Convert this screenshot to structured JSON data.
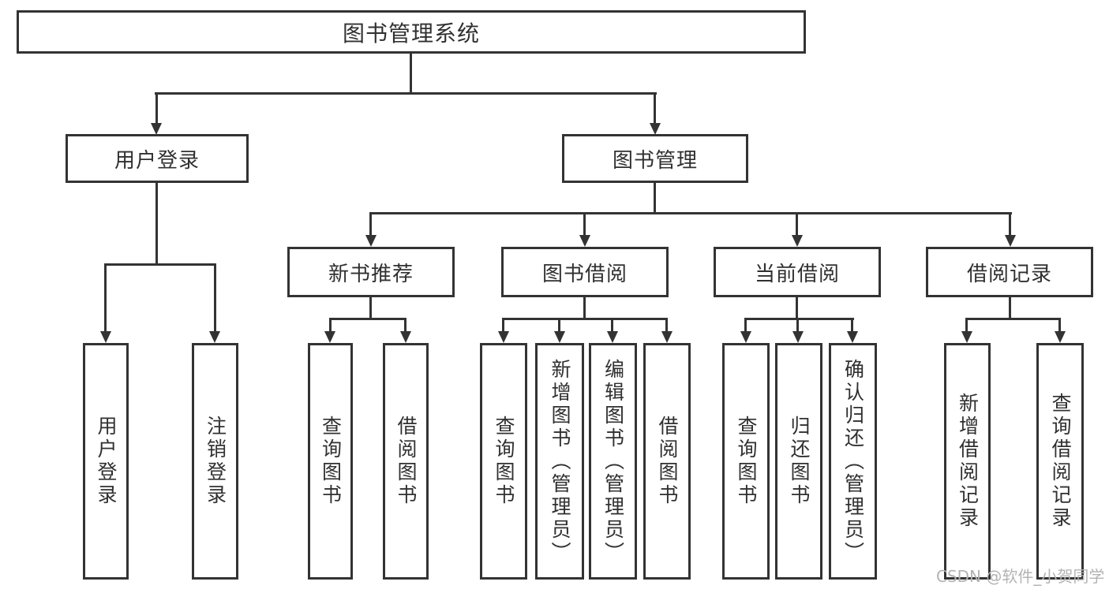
{
  "diagram_title": "图书管理系统",
  "colors": {
    "line": "#333333",
    "text": "#303030",
    "background": "#ffffff",
    "watermark": "#b3b3b3"
  },
  "watermark": {
    "text": "CSDN @软件_小贺同学"
  },
  "tree": {
    "label": "图书管理系统",
    "children": [
      {
        "label": "用户登录",
        "children": [
          {
            "label": "用户登录"
          },
          {
            "label": "注销登录"
          }
        ]
      },
      {
        "label": "图书管理",
        "children": [
          {
            "label": "新书推荐",
            "children": [
              {
                "label": "查询图书"
              },
              {
                "label": "借阅图书"
              }
            ]
          },
          {
            "label": "图书借阅",
            "children": [
              {
                "label": "查询图书"
              },
              {
                "label": "新增图书（管理员）"
              },
              {
                "label": "编辑图书（管理员）"
              },
              {
                "label": "借阅图书"
              }
            ]
          },
          {
            "label": "当前借阅",
            "children": [
              {
                "label": "查询图书"
              },
              {
                "label": "归还图书"
              },
              {
                "label": "确认归还（管理员）"
              }
            ]
          },
          {
            "label": "借阅记录",
            "children": [
              {
                "label": "新增借阅记录"
              },
              {
                "label": "查询借阅记录"
              }
            ]
          }
        ]
      }
    ]
  }
}
